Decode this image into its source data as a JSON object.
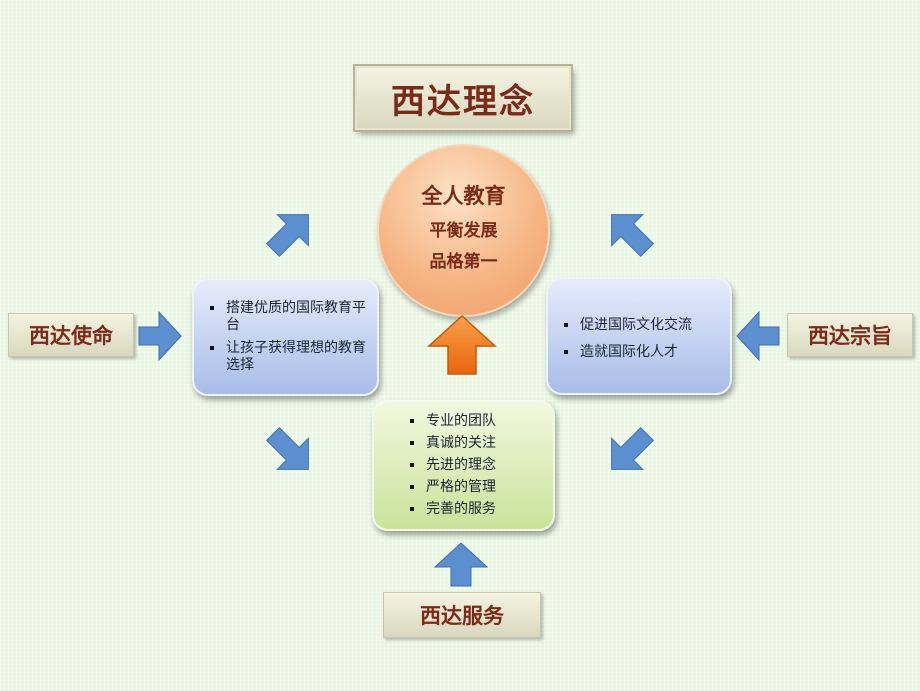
{
  "title": "西达理念",
  "center": {
    "title": "全人教育",
    "line1": "平衡发展",
    "line2": "品格第一"
  },
  "left_box": {
    "label": "西达使命"
  },
  "right_box": {
    "label": "西达宗旨"
  },
  "bottom_box": {
    "label": "西达服务"
  },
  "left_card": {
    "items": [
      "搭建优质的国际教育平台",
      "让孩子获得理想的教育选择"
    ]
  },
  "right_card": {
    "items": [
      "促进国际文化交流",
      "造就国际化人才"
    ]
  },
  "bottom_card": {
    "items": [
      "专业的团队",
      "真诚的关注",
      "先进的理念",
      "严格的管理",
      "完善的服务"
    ]
  },
  "colors": {
    "background": "#e8f6e2",
    "arrow_blue": "#5b8fd0",
    "arrow_orange": "#f07a1a",
    "text_dark_red": "#7a2a17"
  }
}
